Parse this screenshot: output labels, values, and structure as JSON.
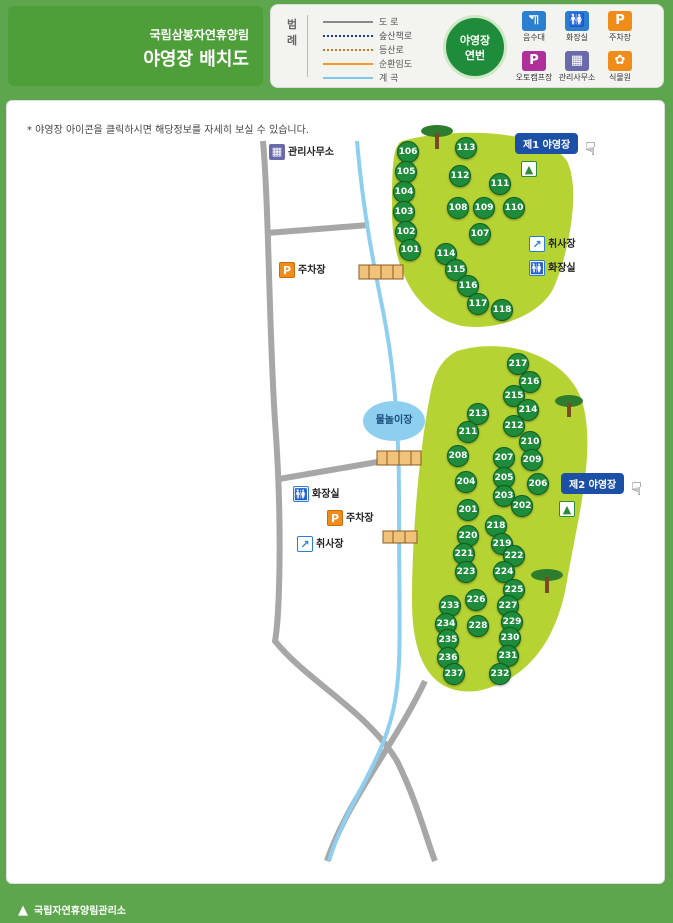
{
  "header": {
    "subtitle": "국립삼봉자연휴양림",
    "title": "야영장 배치도"
  },
  "legend": {
    "tag": "범례",
    "lines": [
      {
        "label": "도 로",
        "color": "#888888",
        "style": "solid"
      },
      {
        "label": "숲산책로",
        "color": "#1c3fa0",
        "style": "dotted"
      },
      {
        "label": "등산로",
        "color": "#c07a20",
        "style": "dotted"
      },
      {
        "label": "순환임도",
        "color": "#f09a2a",
        "style": "solid"
      },
      {
        "label": "계 곡",
        "color": "#7fc8ec",
        "style": "solid"
      }
    ],
    "site_number_label_1": "야영장",
    "site_number_label_2": "연번",
    "icons": [
      {
        "label": "음수대",
        "icon": "water-tap-icon",
        "color": "#2b7fd0"
      },
      {
        "label": "화장실",
        "icon": "restroom-icon",
        "color": "#2b7fd0"
      },
      {
        "label": "주차장",
        "icon": "parking-icon",
        "color": "#f08c1a"
      },
      {
        "label": "오토캠프장",
        "icon": "auto-camp-icon",
        "color": "#b0309a"
      },
      {
        "label": "관리사무소",
        "icon": "office-icon",
        "color": "#6a6aaa"
      },
      {
        "label": "식물원",
        "icon": "botanical-garden-icon",
        "color": "#f08c1a"
      }
    ]
  },
  "map": {
    "notice": "* 야영장 아이콘을 클릭하시면 해당정보를 자세히 보실 수 있습니다.",
    "zone1_label": "제1 야영장",
    "zone2_label": "제2 야영장",
    "water_play": "물놀이장",
    "facilities": {
      "office": "관리사무소",
      "parking1": "주차장",
      "parking2": "주차장",
      "cooking1": "취사장",
      "restroom1": "화장실",
      "restroom2": "화장실",
      "cooking2": "취사장"
    },
    "zone1_sites": [
      "106",
      "113",
      "105",
      "112",
      "111",
      "104",
      "103",
      "108",
      "109",
      "110",
      "102",
      "107",
      "101",
      "114",
      "115",
      "116",
      "117",
      "118"
    ],
    "zone2_sites": [
      "217",
      "216",
      "215",
      "213",
      "214",
      "211",
      "212",
      "210",
      "208",
      "207",
      "209",
      "204",
      "205",
      "206",
      "203",
      "202",
      "201",
      "218",
      "220",
      "219",
      "221",
      "222",
      "223",
      "224",
      "225",
      "233",
      "226",
      "227",
      "234",
      "228",
      "229",
      "235",
      "230",
      "236",
      "231",
      "237",
      "232"
    ]
  },
  "footer": {
    "org": "국립자연휴양림관리소"
  },
  "colors": {
    "brand_green": "#5ea64e",
    "site_green": "#1e8c3a",
    "zone_green": "#b6d334",
    "stream": "#8ecff0",
    "road": "#a7a7a7",
    "label_blue": "#1c4fa6"
  }
}
